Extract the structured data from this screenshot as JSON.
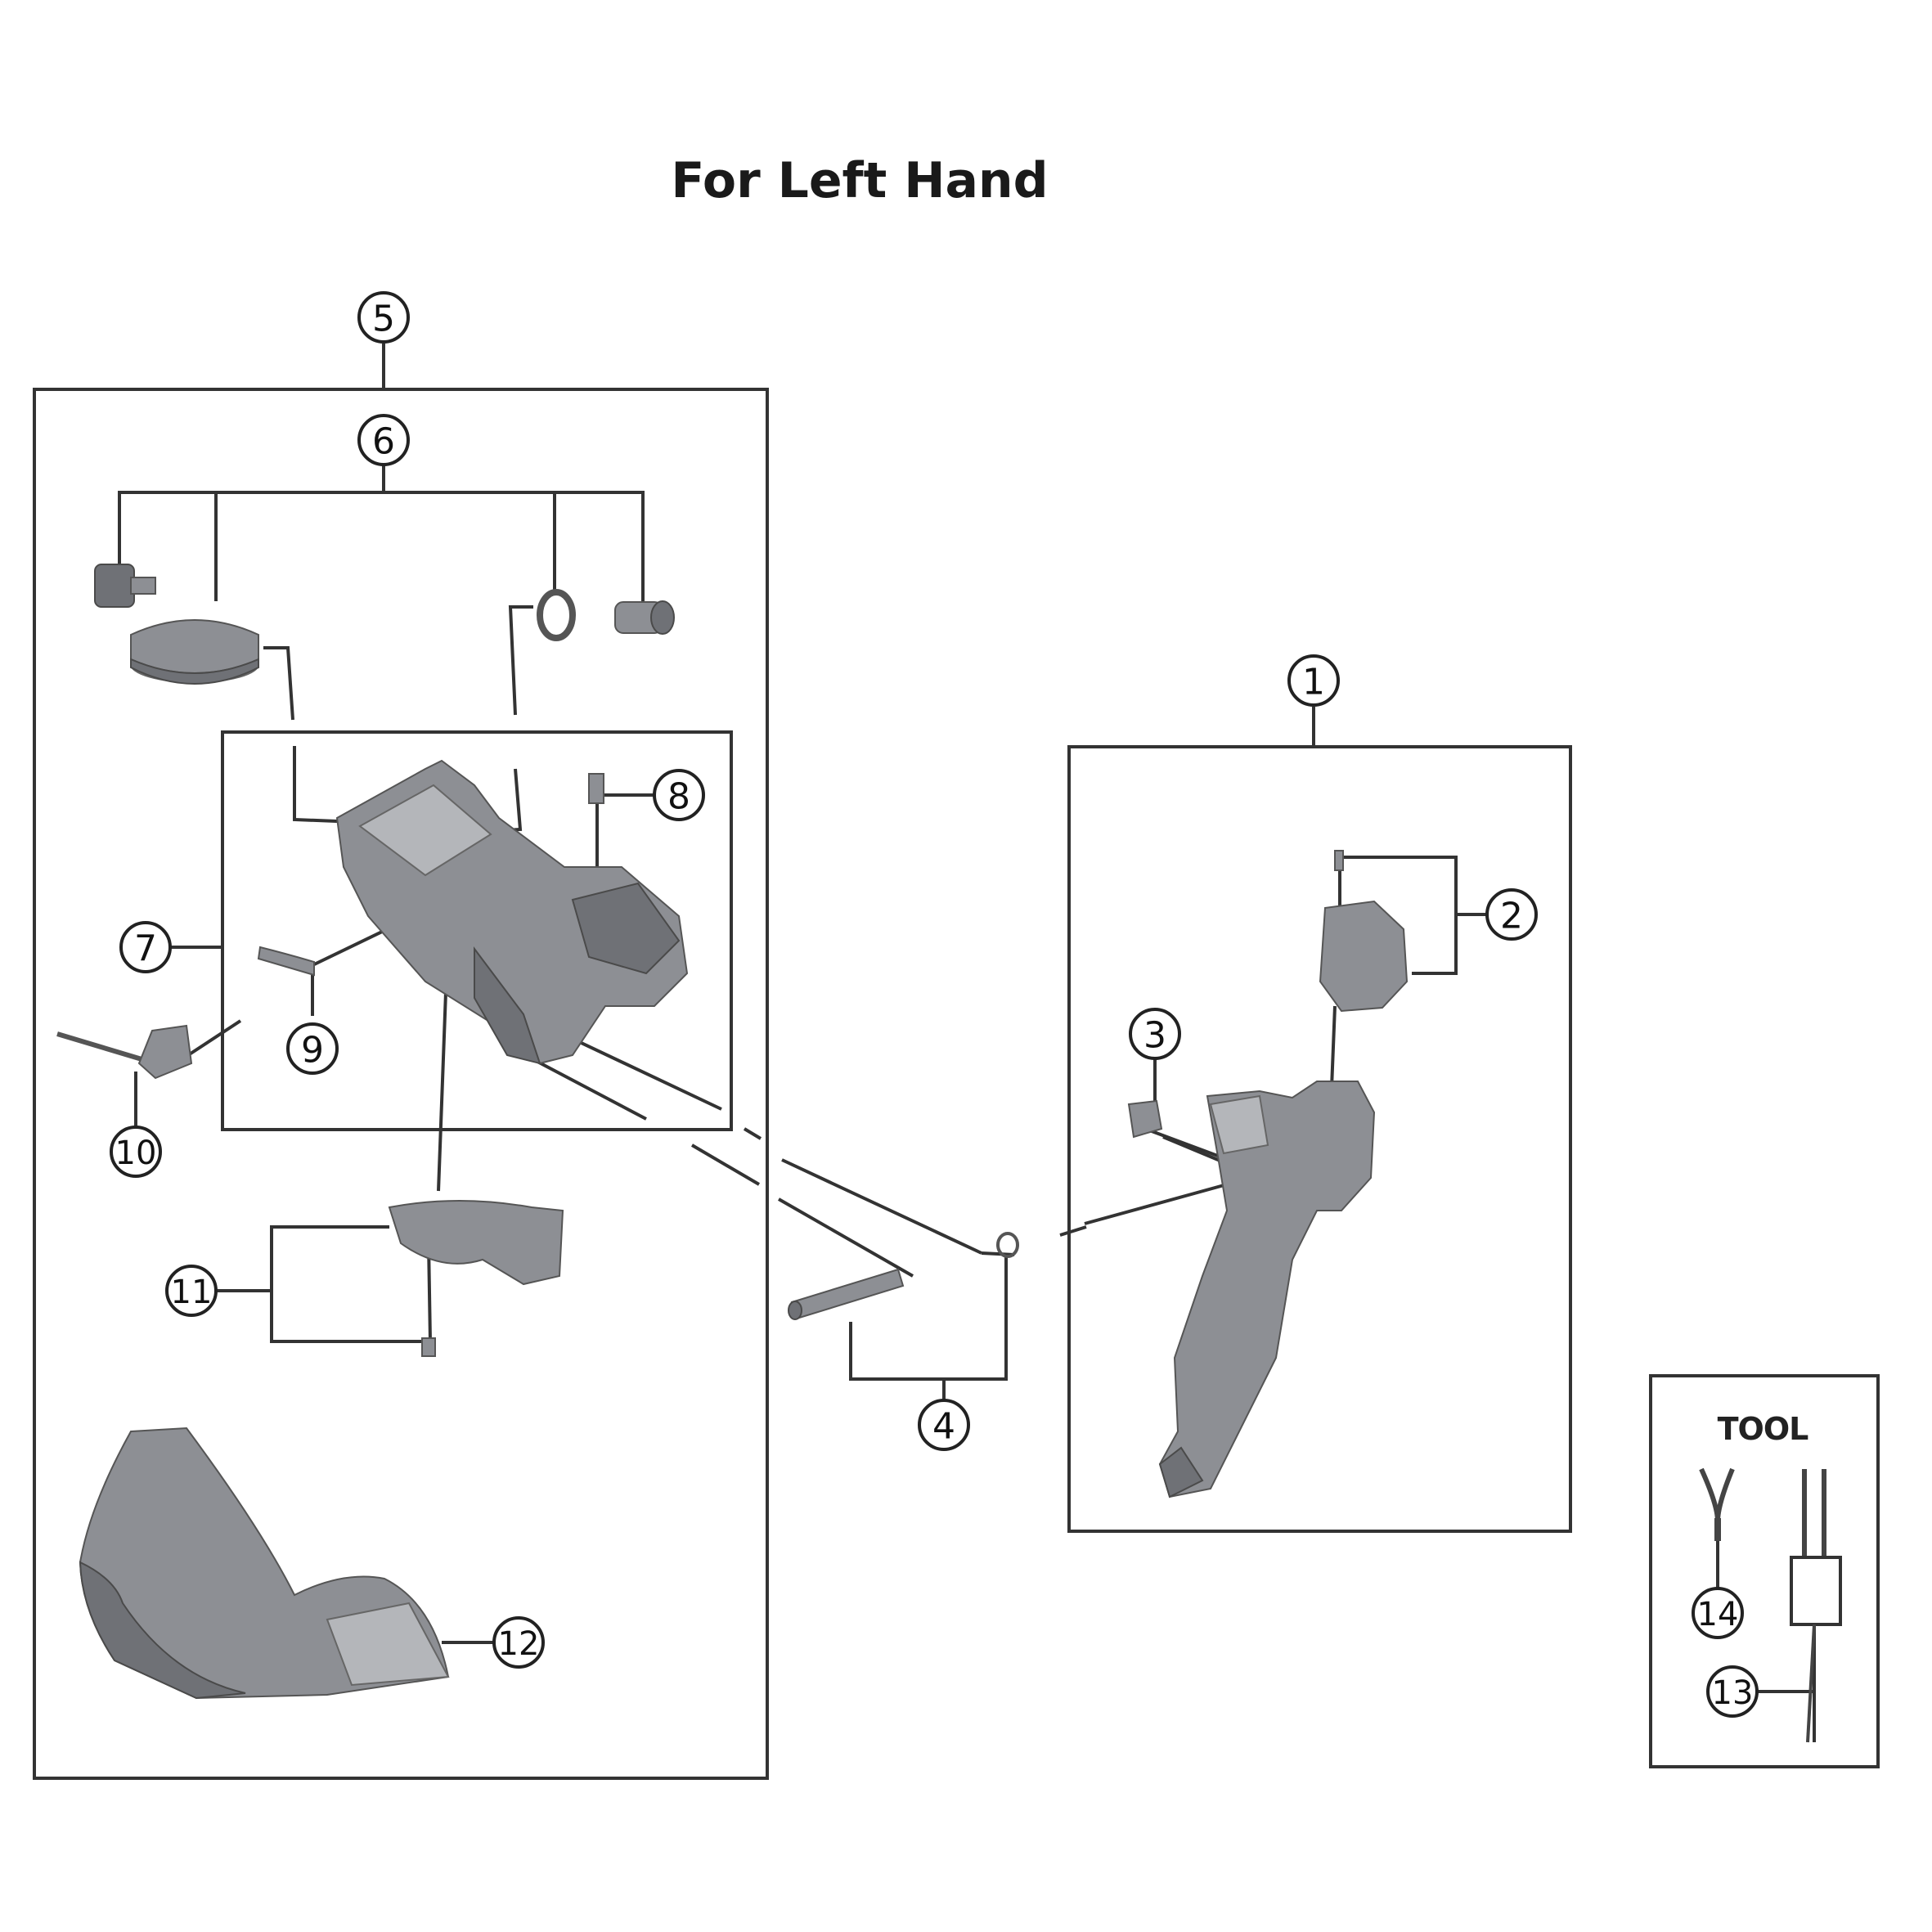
{
  "title": "For Left Hand",
  "tool_label": "TOOL",
  "callouts": [
    {
      "id": "1",
      "label": "1"
    },
    {
      "id": "2",
      "label": "2"
    },
    {
      "id": "3",
      "label": "3"
    },
    {
      "id": "4",
      "label": "4"
    },
    {
      "id": "5",
      "label": "5"
    },
    {
      "id": "6",
      "label": "6"
    },
    {
      "id": "7",
      "label": "7"
    },
    {
      "id": "8",
      "label": "8"
    },
    {
      "id": "9",
      "label": "9"
    },
    {
      "id": "10",
      "label": "10"
    },
    {
      "id": "11",
      "label": "11"
    },
    {
      "id": "12",
      "label": "12"
    },
    {
      "id": "13",
      "label": "13"
    },
    {
      "id": "14",
      "label": "14"
    }
  ]
}
